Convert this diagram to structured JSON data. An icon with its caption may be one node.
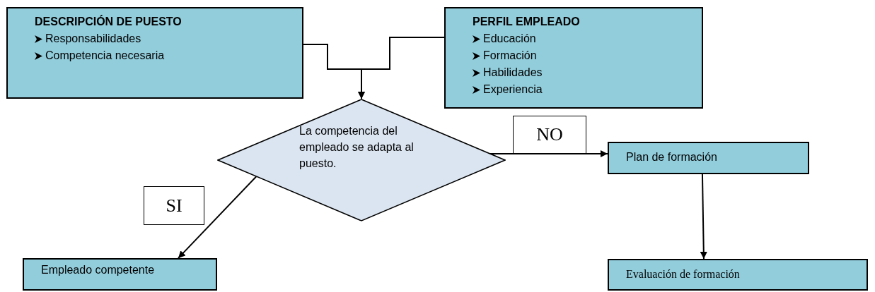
{
  "diagram": {
    "nodes": [
      {
        "text": [
          "DESCRIPCIÓN DE PUESTO",
          "Responsabilidades",
          "Competencia necesaria"
        ]
      },
      {
        "text": [
          "PERFIL EMPLEADO",
          "Educación",
          "Formación",
          "Habilidades",
          "Experiencia"
        ]
      },
      {
        "text": [
          "La competencia del empleado se adapta al puesto."
        ]
      },
      {
        "text": [
          "Plan de formación"
        ]
      },
      {
        "text": [
          "Empleado competente"
        ]
      },
      {
        "text": [
          "Evaluación de formación"
        ]
      }
    ],
    "edges": [
      {
        "from": 0,
        "to": 2,
        "arrow": "to"
      },
      {
        "from": 1,
        "to": 2,
        "arrow": "to"
      },
      {
        "from": 2,
        "to": 3,
        "arrow": "to",
        "label": "NO"
      },
      {
        "from": 2,
        "to": 4,
        "arrow": "to",
        "label": "SI"
      },
      {
        "from": 3,
        "to": 5,
        "arrow": "to"
      }
    ]
  }
}
